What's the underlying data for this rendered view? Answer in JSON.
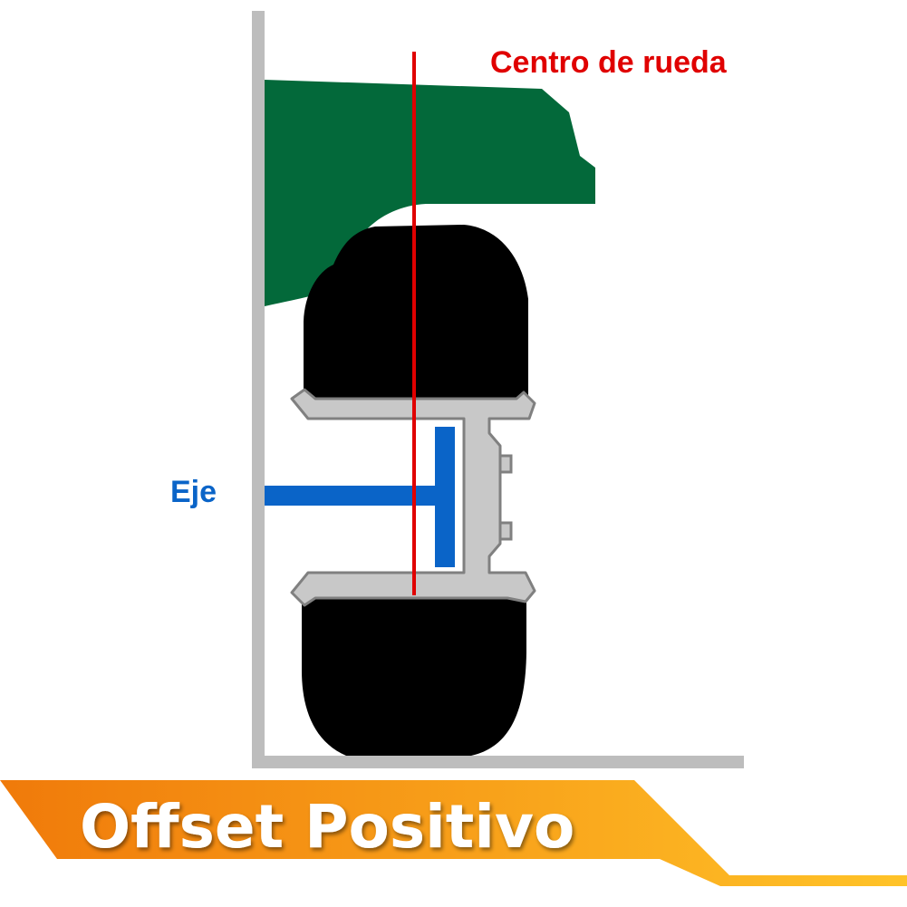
{
  "labels": {
    "wheel_center": "Centro de rueda",
    "axle": "Eje",
    "banner_title": "Offset Positivo"
  },
  "colors": {
    "fender": "#03693a",
    "tire": "#000000",
    "rim_fill": "#c8c8c8",
    "rim_stroke": "#808080",
    "axle": "#0a64c8",
    "center_line": "#e00000",
    "frame": "#bdbdbd",
    "banner_start": "#f07a0a",
    "banner_end": "#ffc328",
    "banner_text": "#ffffff"
  },
  "icons": {
    "fender": "car-fender-icon",
    "tire": "tire-icon",
    "rim": "wheel-rim-icon",
    "axle": "axle-icon"
  }
}
